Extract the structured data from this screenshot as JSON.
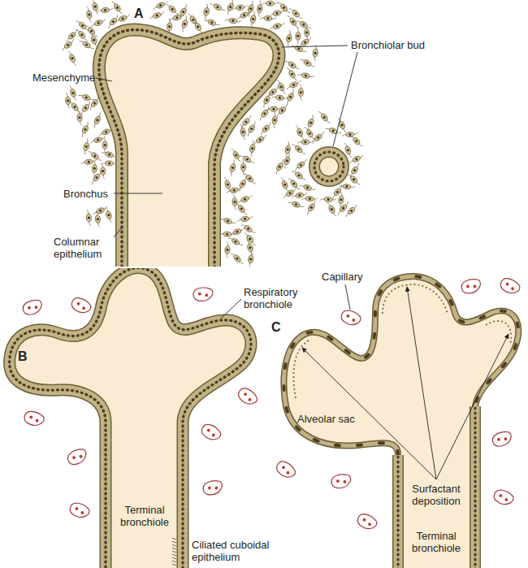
{
  "diagram": {
    "labels": [
      "A",
      "Bronchiolar bud",
      "Mesenchyme",
      "Bronchus",
      "Columnar epithelium",
      "Capillary",
      "B",
      "Respiratory bronchiole",
      "C",
      "Alveolar sac",
      "Surfactant deposition",
      "Terminal bronchiole",
      "Ciliated cuboidal epithelium",
      "Terminal bronchiole"
    ]
  }
}
